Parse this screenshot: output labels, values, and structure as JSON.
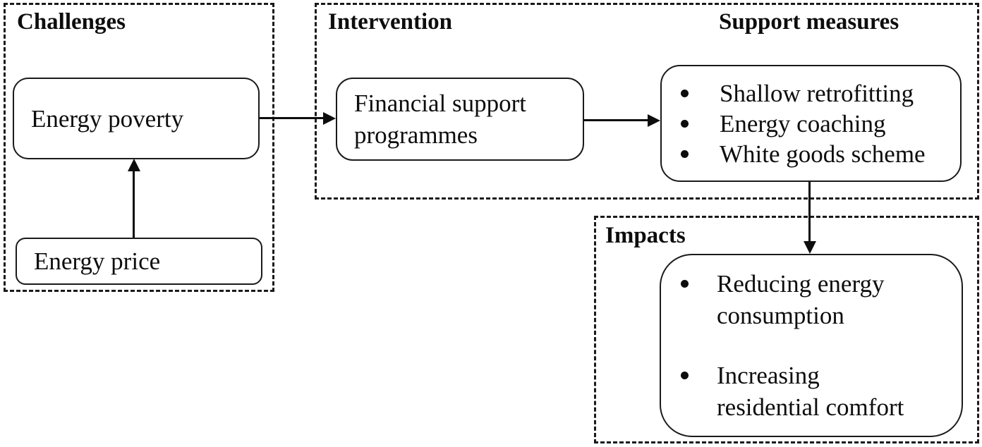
{
  "groups": {
    "challenges": {
      "title": "Challenges",
      "boxes": {
        "energy_poverty": "Energy poverty",
        "energy_price": "Energy price"
      }
    },
    "intervention": {
      "title": "Intervention",
      "box": "Financial support programmes"
    },
    "support_measures": {
      "title": "Support measures",
      "items": [
        "Shallow retrofitting",
        "Energy coaching",
        "White goods scheme"
      ]
    },
    "impacts": {
      "title": "Impacts",
      "items": [
        "Reducing energy consumption",
        "Increasing residential comfort"
      ]
    }
  },
  "colors": {
    "line": "#0d0d0d",
    "background": "#ffffff"
  }
}
